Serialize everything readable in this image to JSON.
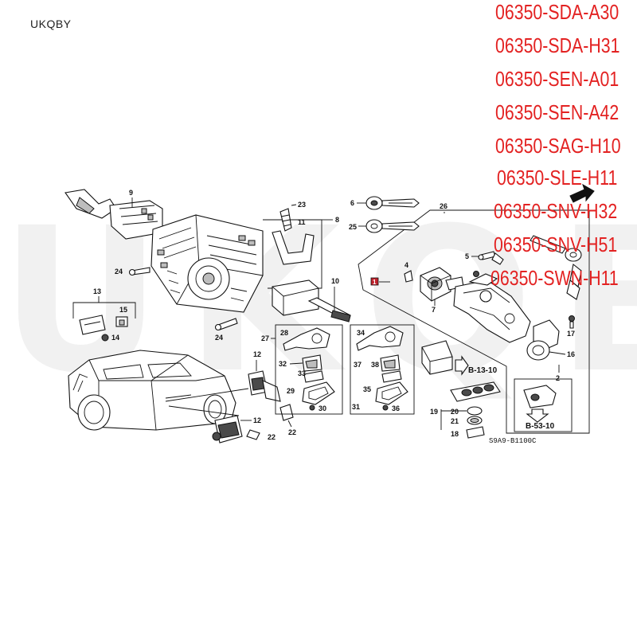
{
  "brand": "UKQBY",
  "watermark": "UKQBY",
  "part_numbers": [
    "06350-SDA-A30",
    "06350-SDA-H31",
    "06350-SEN-A01",
    "06350-SEN-A42",
    "06350-SAG-H10",
    "06350-SLE-H11",
    "06350-SNV-H32",
    "06350-SNV-H51",
    "06350-SWN-H11"
  ],
  "diagram": {
    "figure_code": "S9A9-B1100C",
    "refs": {
      "b13": "B-13-10",
      "b53": "B-53-10"
    },
    "callouts": {
      "n1": "1",
      "n2": "2",
      "n4": "4",
      "n5": "5",
      "n6": "6",
      "n7": "7",
      "n8": "8",
      "n9": "9",
      "n10": "10",
      "n11": "11",
      "n12a": "12",
      "n12b": "12",
      "n13": "13",
      "n14": "14",
      "n15": "15",
      "n16": "16",
      "n17": "17",
      "n18": "18",
      "n19": "19",
      "n20": "20",
      "n21": "21",
      "n22a": "22",
      "n22b": "22",
      "n23": "23",
      "n24a": "24",
      "n24b": "24",
      "n25": "25",
      "n26": "26",
      "n27": "27",
      "n28": "28",
      "n29": "29",
      "n30": "30",
      "n31": "31",
      "n32": "32",
      "n33": "33",
      "n34": "34",
      "n35": "35",
      "n36": "36",
      "n37": "37",
      "n38": "38"
    }
  },
  "colors": {
    "part_number": "#e32222",
    "line": "#111111",
    "callout_box": "#c0202a"
  }
}
